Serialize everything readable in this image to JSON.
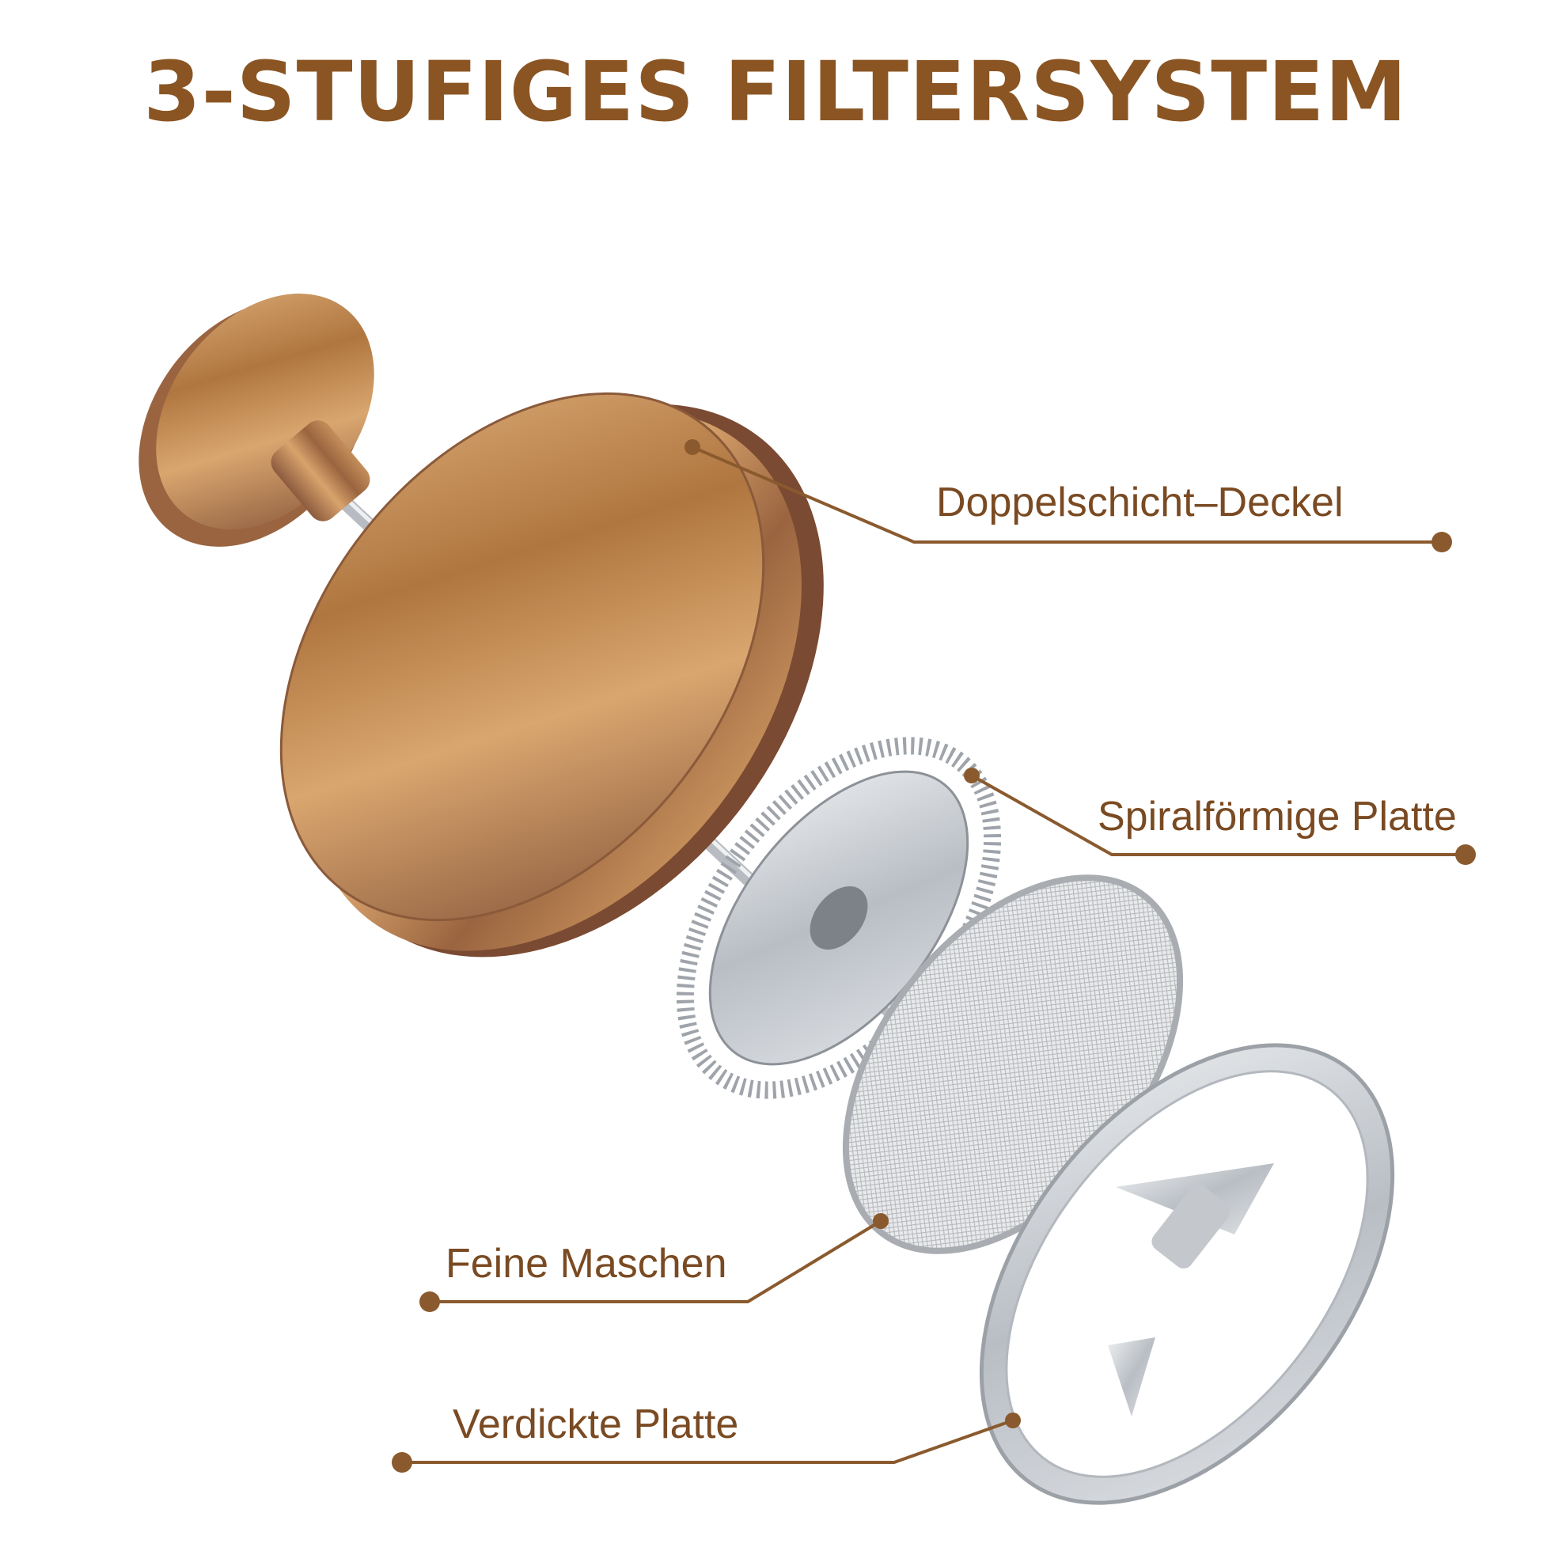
{
  "title": "3-STUFIGES FILTERSYSTEM",
  "colors": {
    "title": "#8a5523",
    "label": "#7a4a22",
    "leader": "#8a5a2e",
    "copper": "#c08a55",
    "copper_dark": "#7b4a32",
    "steel": "#c9cdd2"
  },
  "callouts": [
    {
      "id": "lid",
      "label": "Doppelschicht–Deckel"
    },
    {
      "id": "spiral",
      "label": "Spiralförmige Platte"
    },
    {
      "id": "mesh",
      "label": "Feine Maschen"
    },
    {
      "id": "plate",
      "label": "Verdickte Platte"
    }
  ],
  "icons": {
    "plunger_knob": "plunger-knob-icon",
    "lid": "double-layer-lid-icon",
    "spiral_plate": "spiral-plate-icon",
    "mesh_filter": "fine-mesh-filter-icon",
    "base_plate": "thickened-plate-icon"
  }
}
